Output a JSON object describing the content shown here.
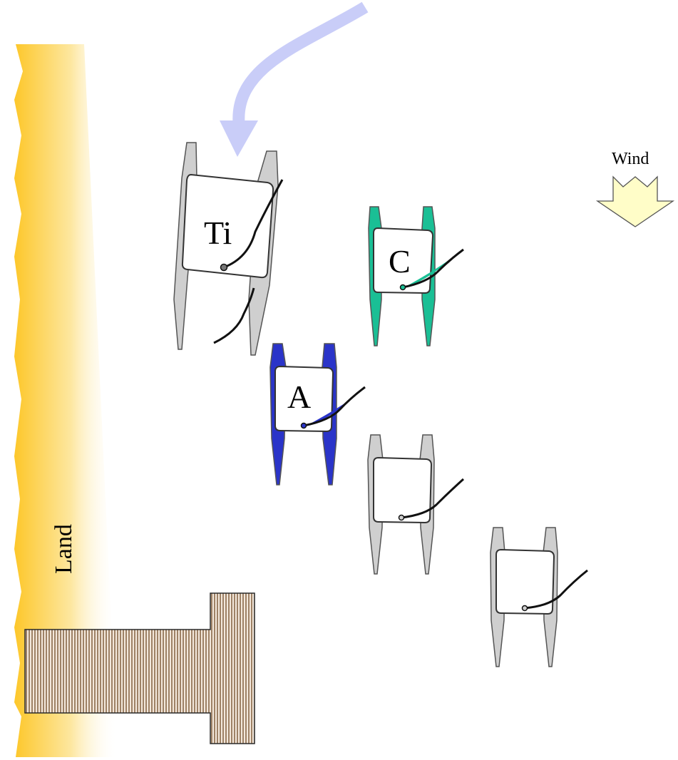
{
  "labels": {
    "land": "Land",
    "wind": "Wind"
  },
  "boats": [
    {
      "id": "Ti",
      "label": "Ti",
      "hull_color": "#cfcfcf"
    },
    {
      "id": "C",
      "label": "C",
      "hull_color": "#1abf95"
    },
    {
      "id": "A",
      "label": "A",
      "hull_color": "#2a34c9"
    },
    {
      "id": "boat-4",
      "label": "",
      "hull_color": "#cfcfcf"
    },
    {
      "id": "boat-5",
      "label": "",
      "hull_color": "#cfcfcf"
    }
  ],
  "colors": {
    "land": "#fdc72a",
    "pier": "#a0784a",
    "wind_arrow": "#fffdc8",
    "course_arrow": "#c9cdf8",
    "sail_c": "#1abf95",
    "sail_a": "#2a34c9"
  }
}
